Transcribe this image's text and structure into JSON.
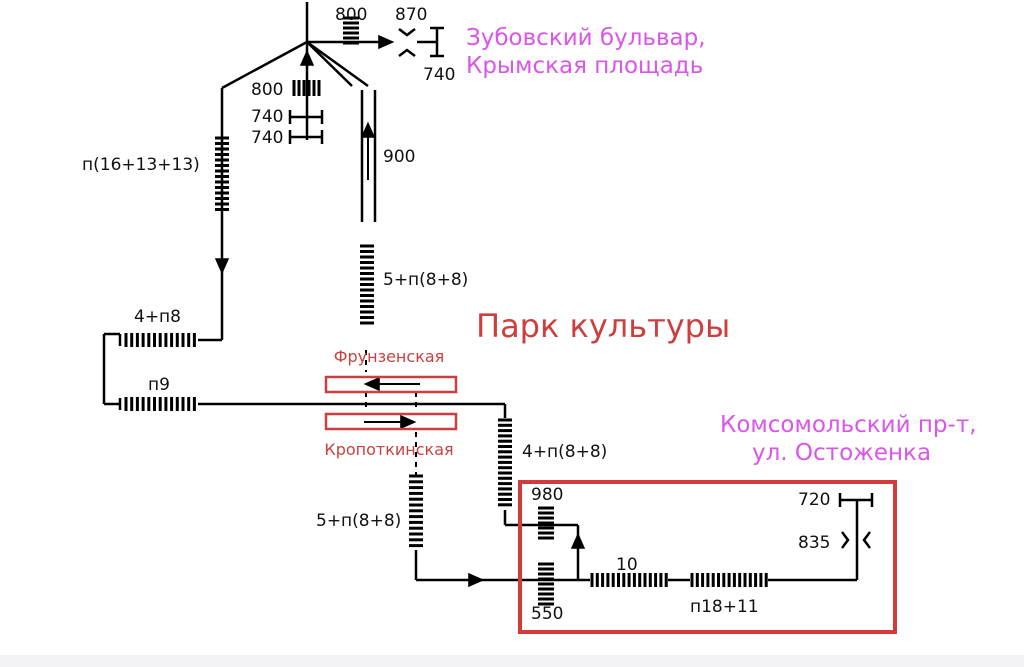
{
  "colors": {
    "line": "#000000",
    "station": "#cc3f3f",
    "destination": "#da55ea",
    "label": "#111111"
  },
  "title": "Парк культуры",
  "destinations": {
    "north": [
      "Зубовский бульвар,",
      "Крымская площадь"
    ],
    "south": [
      "Комсомольский пр-т,",
      "ул. Остоженка"
    ]
  },
  "stations": {
    "frunzenskaya": "Фрунзенская",
    "kropotkinskaya": "Кропоткинская"
  },
  "labels": {
    "top_800": "800",
    "top_870": "870",
    "top_740": "740",
    "left_800": "800",
    "left_740_a": "740",
    "left_740_b": "740",
    "left_branch": "п(16+13+13)",
    "center_900": "900",
    "center_5p": "5+п(8+8)",
    "siding_4p8": "4+п8",
    "siding_p9": "п9",
    "right_4p": "4+п(8+8)",
    "lower_5p": "5+п(8+8)",
    "yard_980": "980",
    "yard_550": "550",
    "yard_10": "10",
    "yard_p18": "п18+11",
    "yard_720": "720",
    "yard_835": "835"
  }
}
